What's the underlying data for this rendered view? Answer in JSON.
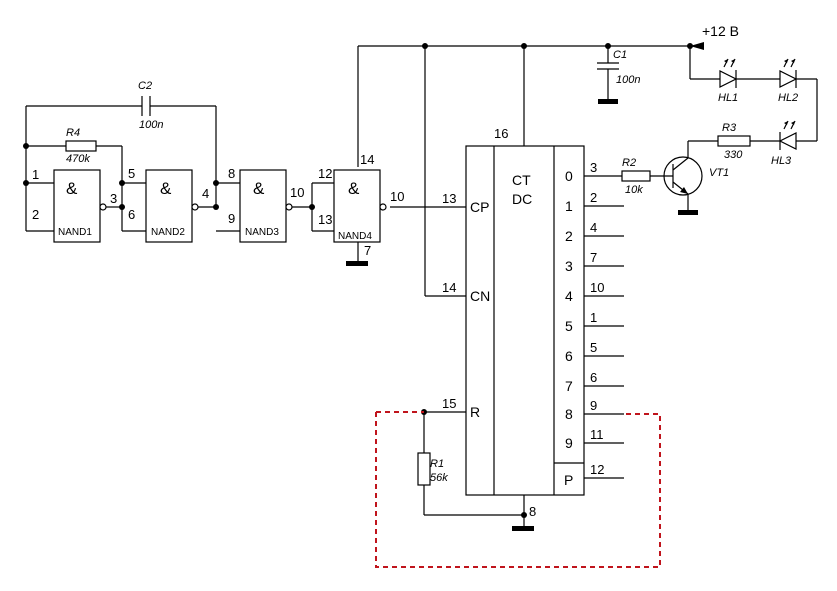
{
  "supply_label": "+12 В",
  "counter": {
    "title": "CT",
    "subtitle": "DC",
    "power_pin": "16",
    "ground_pin": "8",
    "input_pins": [
      {
        "name": "CP",
        "pin": "13"
      },
      {
        "name": "CN",
        "pin": "14"
      },
      {
        "name": "R",
        "pin": "15"
      }
    ],
    "outputs": [
      {
        "name": "0",
        "pin": "3"
      },
      {
        "name": "1",
        "pin": "2"
      },
      {
        "name": "2",
        "pin": "4"
      },
      {
        "name": "3",
        "pin": "7"
      },
      {
        "name": "4",
        "pin": "10"
      },
      {
        "name": "5",
        "pin": "1"
      },
      {
        "name": "6",
        "pin": "5"
      },
      {
        "name": "7",
        "pin": "6"
      },
      {
        "name": "8",
        "pin": "9"
      },
      {
        "name": "9",
        "pin": "11"
      }
    ],
    "carry": {
      "name": "P",
      "pin": "12"
    }
  },
  "gates": [
    {
      "name": "NAND1",
      "symbol": "&",
      "in_a": "1",
      "in_b": "2",
      "out": "3"
    },
    {
      "name": "NAND2",
      "symbol": "&",
      "in_a": "5",
      "in_b": "6",
      "out": "4"
    },
    {
      "name": "NAND3",
      "symbol": "&",
      "in_a": "8",
      "in_b": "9",
      "out": "10"
    },
    {
      "name": "NAND4",
      "symbol": "&",
      "in_a": "12",
      "in_b": "13",
      "out": "10",
      "power_pin": "14",
      "ground_pin": "7"
    }
  ],
  "components": {
    "R1": {
      "name": "R1",
      "value": "56k"
    },
    "R2": {
      "name": "R2",
      "value": "10k"
    },
    "R3": {
      "name": "R3",
      "value": "330"
    },
    "R4": {
      "name": "R4",
      "value": "470k"
    },
    "C1": {
      "name": "C1",
      "value": "100n"
    },
    "C2": {
      "name": "C2",
      "value": "100n"
    },
    "VT1": {
      "name": "VT1"
    },
    "HL1": {
      "name": "HL1"
    },
    "HL2": {
      "name": "HL2"
    },
    "HL3": {
      "name": "HL3"
    }
  },
  "colors": {
    "wire": "#000000",
    "dashed_link": "#c0141c",
    "background": "#ffffff"
  }
}
